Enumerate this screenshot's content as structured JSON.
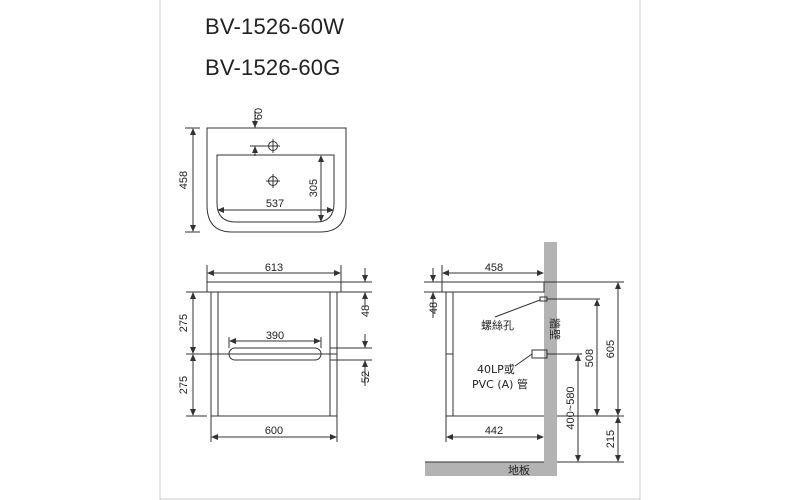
{
  "titles": {
    "model_white": "BV-1526-60W",
    "model_grey": "BV-1526-60G"
  },
  "basin_top_view": {
    "depth": "458",
    "faucet_offset": "60",
    "bowl_width": "537",
    "bowl_depth": "305"
  },
  "front_view": {
    "top_width": "613",
    "upper_height": "275",
    "lower_height": "275",
    "handle_width": "390",
    "cabinet_width": "600",
    "top_thickness": "48",
    "handle_height": "52"
  },
  "side_view": {
    "top_depth": "458",
    "top_thickness": "48",
    "screw_hole_label": "螺絲孔",
    "wall_label": "牆壁",
    "drain_label_line1": "40LP或",
    "drain_label_line2": "PVC (A) 管",
    "drain_height_range": "400~580",
    "hole_height": "508",
    "total_height": "605",
    "cabinet_depth": "442",
    "floor_gap": "215",
    "floor_label": "地板"
  },
  "colors": {
    "line": "#333333",
    "wall_fill": "#b3b3b3",
    "floor_fill": "#b3b3b3",
    "frame": "#cccccc"
  }
}
